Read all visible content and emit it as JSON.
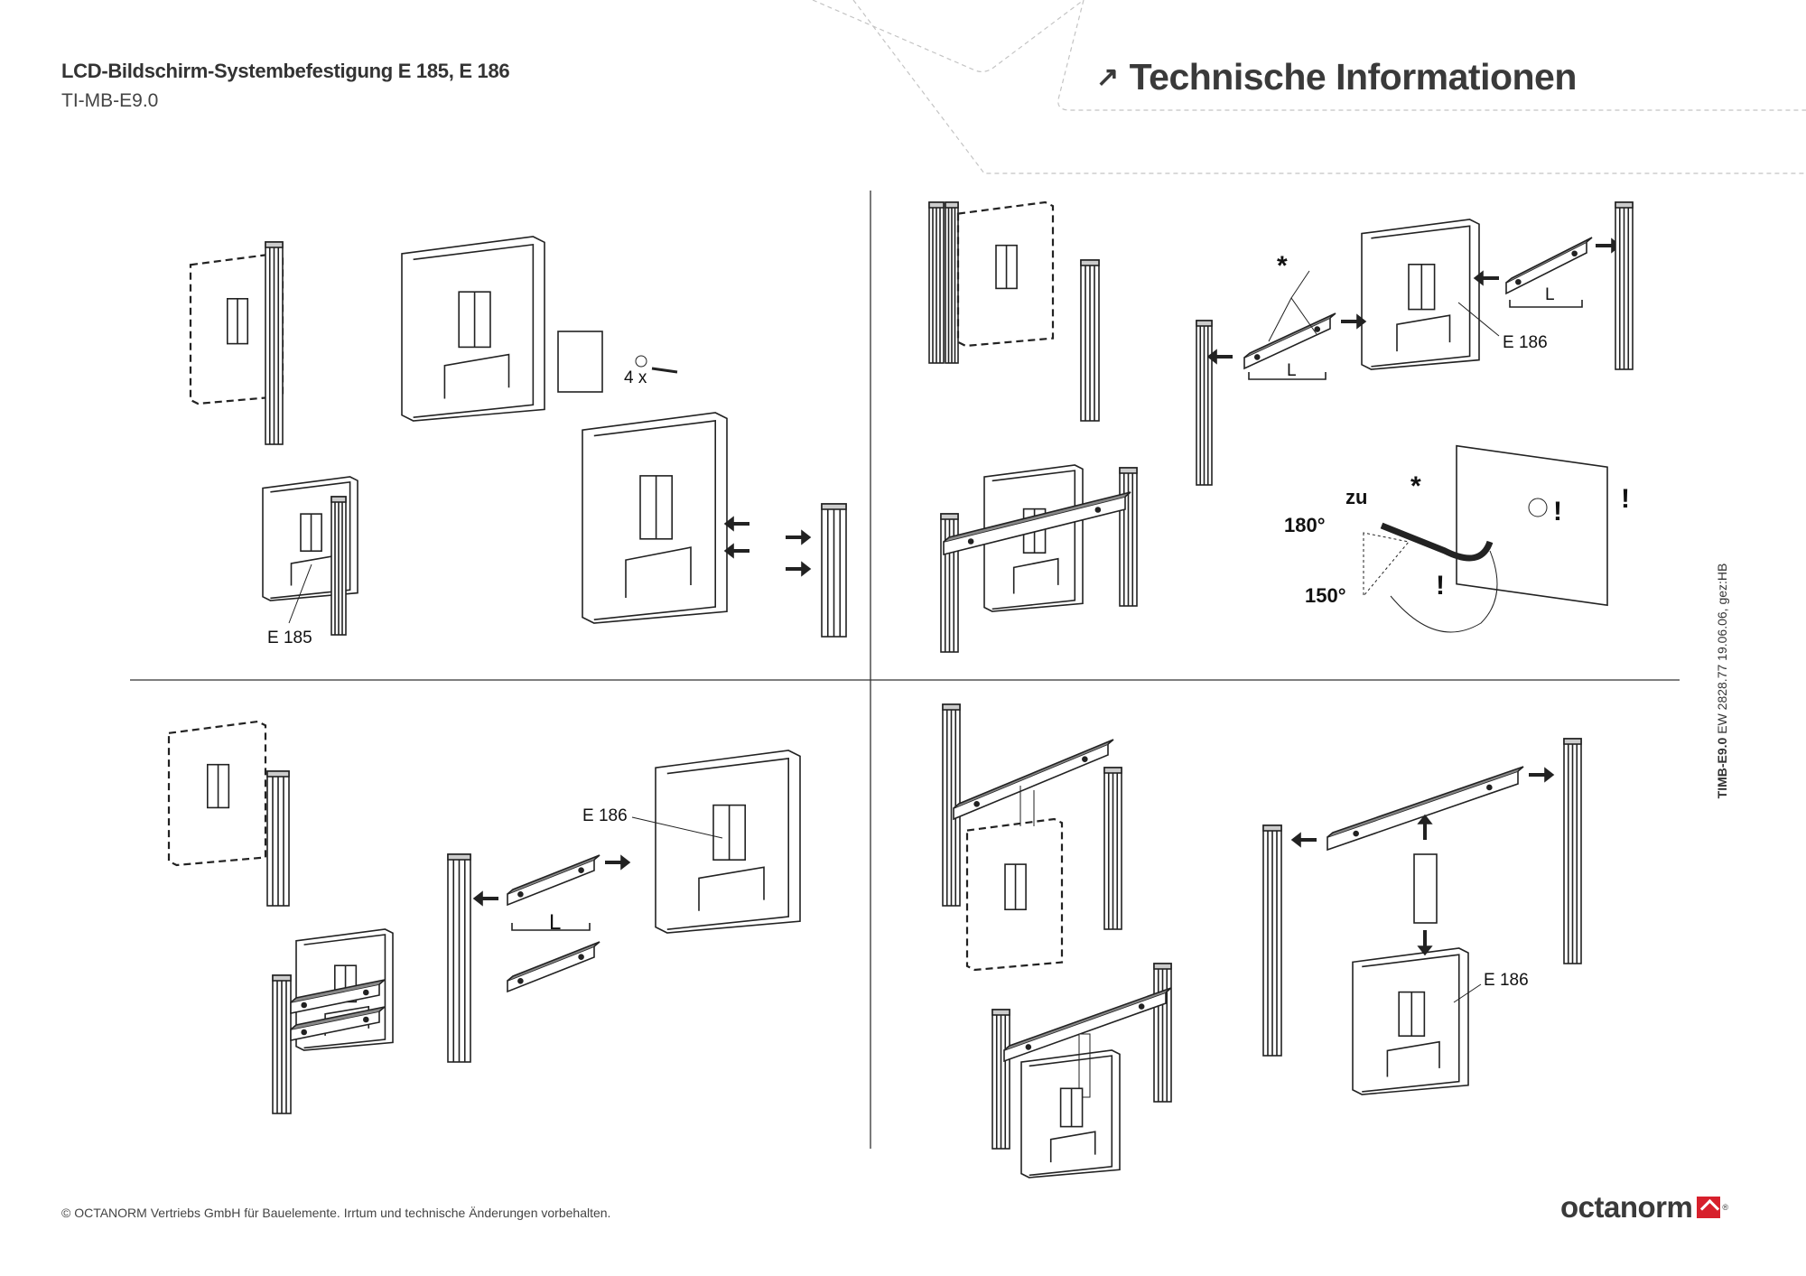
{
  "header": {
    "title": "LCD-Bildschirm-Systembefestigung E 185, E 186",
    "doc_code": "TI-MB-E9.0",
    "section_title": "Technische Informationen",
    "section_icon": "arrow-up-right-icon"
  },
  "side_reference": {
    "code": "TIMB-E9.0",
    "details": "EW 2828.77 19.06.06, gez:HB"
  },
  "labels": {
    "e185": "E 185",
    "e186_q2": "E 186",
    "e186_q3": "E 186",
    "e186_q4": "E 186",
    "screws_count": "4 x",
    "length_q2_left": "L",
    "length_q2_right": "L",
    "length_q3": "L",
    "zu": "zu",
    "angle_180": "180°",
    "angle_150": "150°",
    "asterisk_1": "*",
    "asterisk_2": "*",
    "warning_1": "!",
    "warning_2": "!",
    "warning_3": "!"
  },
  "footer": {
    "copyright": "© OCTANORM Vertriebs GmbH für Bauelemente. Irrtum und technische Änderungen vorbehalten.",
    "logo_text": "octanorm",
    "logo_registered": "®"
  },
  "colors": {
    "text": "#3a3a3a",
    "brand_red": "#d7202c",
    "dashed": "#bbbbbb"
  }
}
